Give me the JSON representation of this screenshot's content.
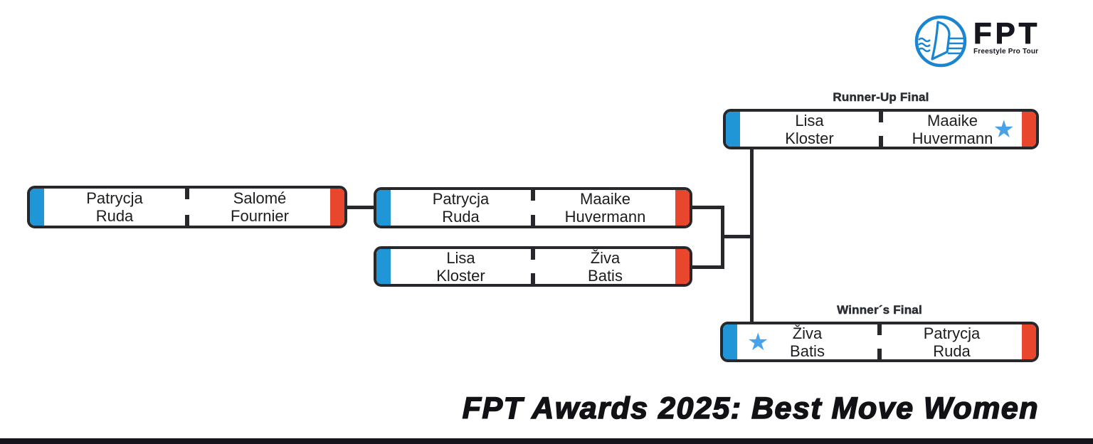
{
  "logo": {
    "abbr": "FPT",
    "subtitle": "Freestyle Pro Tour",
    "icon": "windsurf-sail-in-circle",
    "circle_color": "#1a86d0",
    "text_color": "#16161e"
  },
  "page_title": "FPT Awards 2025: Best Move Women",
  "icons": {
    "star": "★"
  },
  "colors": {
    "line_dark": "#26282c",
    "stripe_blue": "#2196d6",
    "stripe_red": "#e8472e",
    "star_blue": "#47a2e9",
    "name_text": "#1d1d1d"
  },
  "bracket": {
    "matches": [
      {
        "name": "round-1",
        "label": "",
        "left": {
          "line1": "Patrycja",
          "line2": "Ruda"
        },
        "right": {
          "line1": "Salomé",
          "line2": "Fournier"
        }
      },
      {
        "name": "semifinal-top",
        "label": "",
        "left": {
          "line1": "Patrycja",
          "line2": "Ruda"
        },
        "right": {
          "line1": "Maaike",
          "line2": "Huvermann"
        }
      },
      {
        "name": "semifinal-bottom",
        "label": "",
        "left": {
          "line1": "Lisa",
          "line2": "Kloster"
        },
        "right": {
          "line1": "Živa",
          "line2": "Batis"
        }
      },
      {
        "name": "runner-up-final",
        "label": "Runner-Up Final",
        "left": {
          "line1": "Lisa",
          "line2": "Kloster"
        },
        "right": {
          "line1": "Maaike",
          "line2": "Huvermann",
          "winner": true
        }
      },
      {
        "name": "winners-final",
        "label": "Winner´s Final",
        "left": {
          "line1": "Živa",
          "line2": "Batis",
          "winner": true
        },
        "right": {
          "line1": "Patrycja",
          "line2": "Ruda"
        }
      }
    ]
  }
}
